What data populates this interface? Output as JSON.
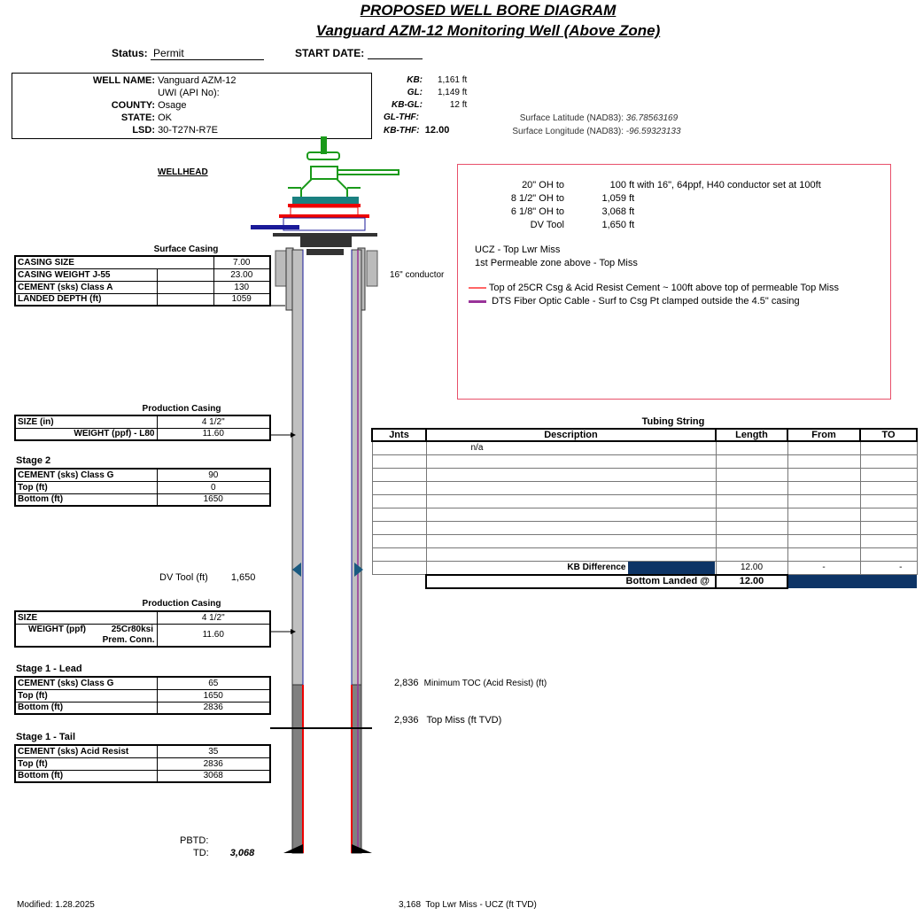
{
  "title": "PROPOSED WELL BORE DIAGRAM",
  "subtitle": "Vanguard AZM-12 Monitoring Well (Above Zone)",
  "status": {
    "label": "Status:",
    "value": "Permit"
  },
  "start_date": {
    "label": "START DATE:",
    "value": ""
  },
  "well_info": {
    "well_name_label": "WELL NAME:",
    "well_name": "Vanguard AZM-12",
    "uwi_label": "UWI (API No):",
    "county_label": "COUNTY:",
    "county": "Osage",
    "state_label": "STATE:",
    "state": "OK",
    "lsd_label": "LSD:",
    "lsd": "30-T27N-R7E"
  },
  "elevations": [
    {
      "label": "KB:",
      "value": "1,161",
      "unit": "ft"
    },
    {
      "label": "GL:",
      "value": "1,149",
      "unit": "ft"
    },
    {
      "label": "KB-GL:",
      "value": "12",
      "unit": "ft"
    },
    {
      "label": "GL-THF:",
      "value": "",
      "unit": ""
    },
    {
      "label": "KB-THF:",
      "value": "12.00",
      "unit": ""
    }
  ],
  "coords": {
    "lat_label": "Surface Latitude (NAD83):",
    "lat": "36.78563169",
    "lon_label": "Surface Longitude (NAD83):",
    "lon": "-96.59323133"
  },
  "wellhead_label": "WELLHEAD",
  "conductor_label": "16\" conductor",
  "notes": {
    "holes": [
      {
        "label": "20\" OH to",
        "value": "100",
        "unit": "ft with 16\", 64ppf, H40 conductor set at 100ft"
      },
      {
        "label": "8 1/2\" OH to",
        "value": "1,059",
        "unit": "ft"
      },
      {
        "label": "6 1/8\" OH to",
        "value": "3,068",
        "unit": "ft"
      },
      {
        "label": "DV Tool",
        "value": "1,650",
        "unit": "ft"
      }
    ],
    "zones": [
      "UCZ - Top Lwr Miss",
      "1st Permeable zone above - Top Miss"
    ],
    "legend": [
      {
        "text": "Top of 25CR Csg & Acid Resist Cement ~ 100ft above top of permeable Top Miss",
        "color": "#ff4444"
      },
      {
        "text": "DTS Fiber Optic Cable - Surf to Csg Pt clamped outside the 4.5\" casing",
        "color": "#993399"
      }
    ]
  },
  "surface_casing": {
    "title": "Surface Casing",
    "rows": [
      {
        "label": "CASING SIZE",
        "value": "7.00"
      },
      {
        "label": "CASING WEIGHT J-55",
        "value": "23.00"
      },
      {
        "label": "CEMENT (sks) Class A",
        "value": "130"
      },
      {
        "label": "LANDED DEPTH (ft)",
        "value": "1059"
      }
    ]
  },
  "prod_casing_1": {
    "title": "Production Casing",
    "size_label": "SIZE (in)",
    "size": "4 1/2\"",
    "weight_label": "WEIGHT (ppf) - L80",
    "weight": "11.60"
  },
  "stage2": {
    "title": "Stage 2",
    "rows": [
      {
        "label": "CEMENT (sks) Class G",
        "value": "90"
      },
      {
        "label": "Top  (ft)",
        "value": "0"
      },
      {
        "label": "Bottom (ft)",
        "value": "1650"
      }
    ]
  },
  "dv_tool": {
    "label": "DV Tool  (ft)",
    "value": "1,650"
  },
  "prod_casing_2": {
    "title": "Production Casing",
    "size_label": "SIZE",
    "size": "4 1/2\"",
    "weight_label": "WEIGHT  (ppf)",
    "grade": "25Cr80ksi",
    "conn": "Prem. Conn.",
    "weight": "11.60"
  },
  "stage1_lead": {
    "title": "Stage 1 - Lead",
    "rows": [
      {
        "label": "CEMENT (sks) Class G",
        "value": "65"
      },
      {
        "label": "Top  (ft)",
        "value": "1650"
      },
      {
        "label": "Bottom (ft)",
        "value": "2836"
      }
    ]
  },
  "stage1_tail": {
    "title": "Stage 1 - Tail",
    "rows": [
      {
        "label": "CEMENT (sks) Acid Resist",
        "value": "35"
      },
      {
        "label": "Top  (ft)",
        "value": "2836"
      },
      {
        "label": "Bottom (ft)",
        "value": "3068"
      }
    ]
  },
  "pbtd_label": "PBTD:",
  "td": {
    "label": "TD:",
    "value": "3,068"
  },
  "depth_marks": [
    {
      "value": "2,836",
      "label": "Minimum TOC (Acid Resist) (ft)"
    },
    {
      "value": "2,936",
      "label": "Top Miss (ft TVD)"
    },
    {
      "value": "3,168",
      "label": "Top Lwr Miss -  UCZ (ft TVD)"
    }
  ],
  "tubing": {
    "title": "Tubing String",
    "headers": [
      "Jnts",
      "Description",
      "Length",
      "From",
      "TO"
    ],
    "first_desc": "n/a",
    "kb_label": "KB Difference",
    "kb_length": "12.00",
    "kb_from": "-",
    "kb_to": "-",
    "bottom_label": "Bottom Landed @",
    "bottom_value": "12.00"
  },
  "modified": "Modified: 1.28.2025"
}
